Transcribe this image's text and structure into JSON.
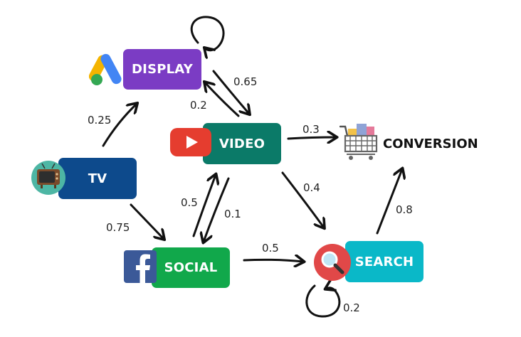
{
  "nodes": {
    "display": {
      "label": "DISPLAY",
      "color": "#7b3cc4",
      "icon": "google-ads-icon"
    },
    "video": {
      "label": "VIDEO",
      "color": "#0b7a68",
      "icon": "youtube-icon"
    },
    "tv": {
      "label": "TV",
      "color": "#0d4a8c",
      "icon": "television-icon"
    },
    "social": {
      "label": "SOCIAL",
      "color": "#11a84b",
      "icon": "facebook-icon"
    },
    "search": {
      "label": "SEARCH",
      "color": "#0ab8c8",
      "icon": "magnifier-icon"
    },
    "conversion": {
      "label": "CONVERSION",
      "icon": "shopping-cart-icon"
    }
  },
  "edges": [
    {
      "from": "tv",
      "to": "display",
      "label": "0.25"
    },
    {
      "from": "tv",
      "to": "social",
      "label": "0.75"
    },
    {
      "from": "display",
      "to": "display",
      "label": ""
    },
    {
      "from": "display",
      "to": "video",
      "label": "0.65"
    },
    {
      "from": "video",
      "to": "display",
      "label": "0.2"
    },
    {
      "from": "video",
      "to": "conversion",
      "label": "0.3"
    },
    {
      "from": "video",
      "to": "search",
      "label": "0.4"
    },
    {
      "from": "video",
      "to": "social",
      "label": "0.1"
    },
    {
      "from": "social",
      "to": "video",
      "label": "0.5"
    },
    {
      "from": "social",
      "to": "search",
      "label": "0.5"
    },
    {
      "from": "search",
      "to": "search",
      "label": "0.2"
    },
    {
      "from": "search",
      "to": "conversion",
      "label": "0.8"
    }
  ]
}
